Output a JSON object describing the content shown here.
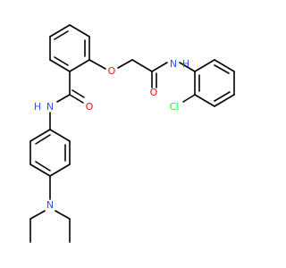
{
  "molecule": {
    "atoms": [
      {
        "id": "O_ether",
        "label": "O",
        "color": "#ff0d0d"
      },
      {
        "id": "N_amide2",
        "label": "N",
        "color": "#3050f8"
      },
      {
        "id": "H_amide2",
        "label": "H",
        "color": "#3050f8"
      },
      {
        "id": "O_carbonyl2",
        "label": "O",
        "color": "#ff0d0d"
      },
      {
        "id": "Cl",
        "label": "Cl",
        "color": "#1ff01f"
      },
      {
        "id": "N_amide1",
        "label": "N",
        "color": "#3050f8"
      },
      {
        "id": "H_amide1",
        "label": "H",
        "color": "#3050f8"
      },
      {
        "id": "O_carbonyl1",
        "label": "O",
        "color": "#ff0d0d"
      },
      {
        "id": "N_amine",
        "label": "N",
        "color": "#3050f8"
      }
    ],
    "bond_color": "#000000"
  }
}
